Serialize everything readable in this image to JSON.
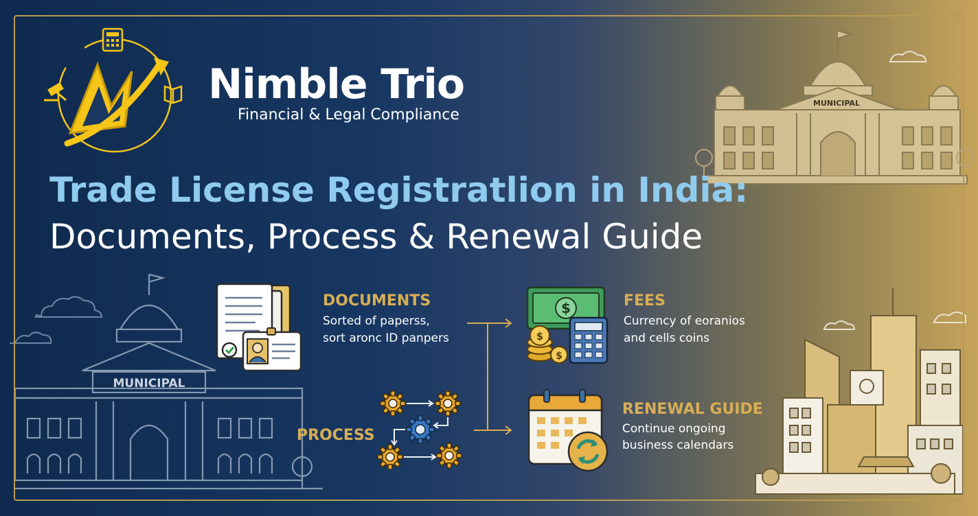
{
  "brand": {
    "name": "Nimble Trio",
    "tagline": "Financial & Legal Compliance"
  },
  "title": {
    "line1": "Trade License Registratlion in India:",
    "line2": "Documents,  Process & Renewal Guide"
  },
  "buildings": {
    "left_label": "MUNICIPAL",
    "right_label": "MUNICIPAL"
  },
  "sections": {
    "documents": {
      "heading": "DOCUMENTS",
      "line1": "Sorted of paperss,",
      "line2": "sort aronc ID panpers"
    },
    "fees": {
      "heading": "FEES",
      "line1": "Currency of eoranios",
      "line2": "and cells coins"
    },
    "process": {
      "heading": "PROCESS"
    },
    "renewal": {
      "heading": "RENEWAL GUIDE",
      "line1": "Continue ongoing",
      "line2": "business calendars"
    }
  },
  "colors": {
    "accent_gold": "#d8ae55",
    "title_blue": "#8fcbef",
    "logo_yellow": "#f5c518",
    "navy": "#0f2a4e"
  },
  "icons": [
    "logo-emblem",
    "calculator-icon",
    "gavel-icon",
    "book-icon",
    "document-stack-icon",
    "id-card-icon",
    "money-icon",
    "coins-icon",
    "calculator-icon",
    "gears-icon",
    "calendar-icon",
    "refresh-icon",
    "cloud-icon",
    "building-icon",
    "city-icon"
  ]
}
